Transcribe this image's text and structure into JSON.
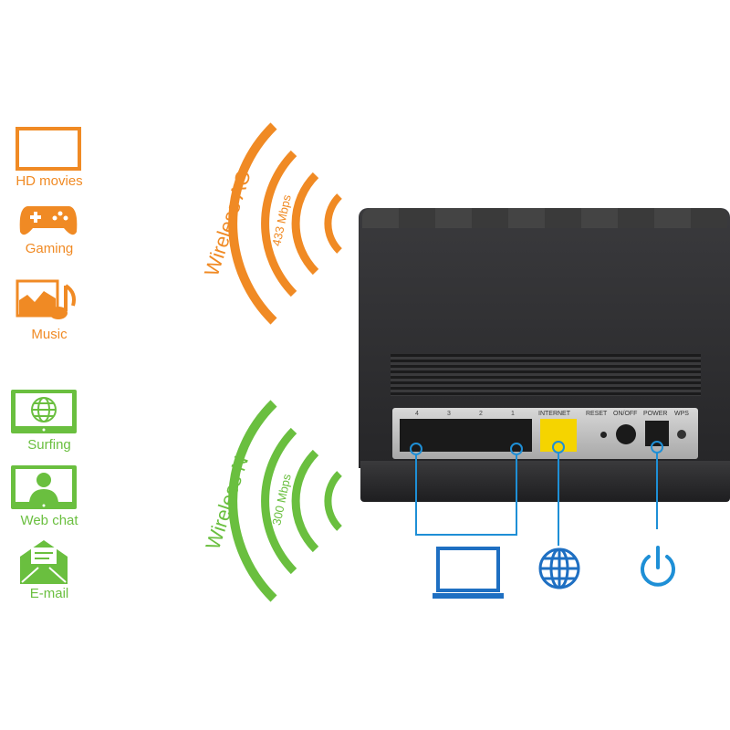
{
  "colors": {
    "orange": "#f08a24",
    "green": "#6abf3f",
    "blue": "#1e8fd6",
    "router": "#2b2b2d",
    "internet_port": "#f5d400"
  },
  "uses_ac": [
    {
      "icon": "tv-icon",
      "label": "HD movies"
    },
    {
      "icon": "gamepad-icon",
      "label": "Gaming"
    },
    {
      "icon": "music-icon",
      "label": "Music"
    }
  ],
  "uses_n": [
    {
      "icon": "globe-monitor-icon",
      "label": "Surfing"
    },
    {
      "icon": "user-monitor-icon",
      "label": "Web chat"
    },
    {
      "icon": "envelope-icon",
      "label": "E-mail"
    }
  ],
  "wireless_ac": {
    "name": "Wireless AC",
    "speed": "433 Mbps"
  },
  "wireless_n": {
    "name": "Wireless N",
    "speed": "300 Mbps"
  },
  "router_panel": {
    "lan_ports": [
      "4",
      "3",
      "2",
      "1"
    ],
    "internet": "INTERNET",
    "reset": "RESET",
    "onoff": "ON/OFF",
    "power": "POWER",
    "wps": "WPS"
  },
  "connections": [
    {
      "icon": "laptop-icon"
    },
    {
      "icon": "globe-icon"
    },
    {
      "icon": "power-icon"
    }
  ]
}
